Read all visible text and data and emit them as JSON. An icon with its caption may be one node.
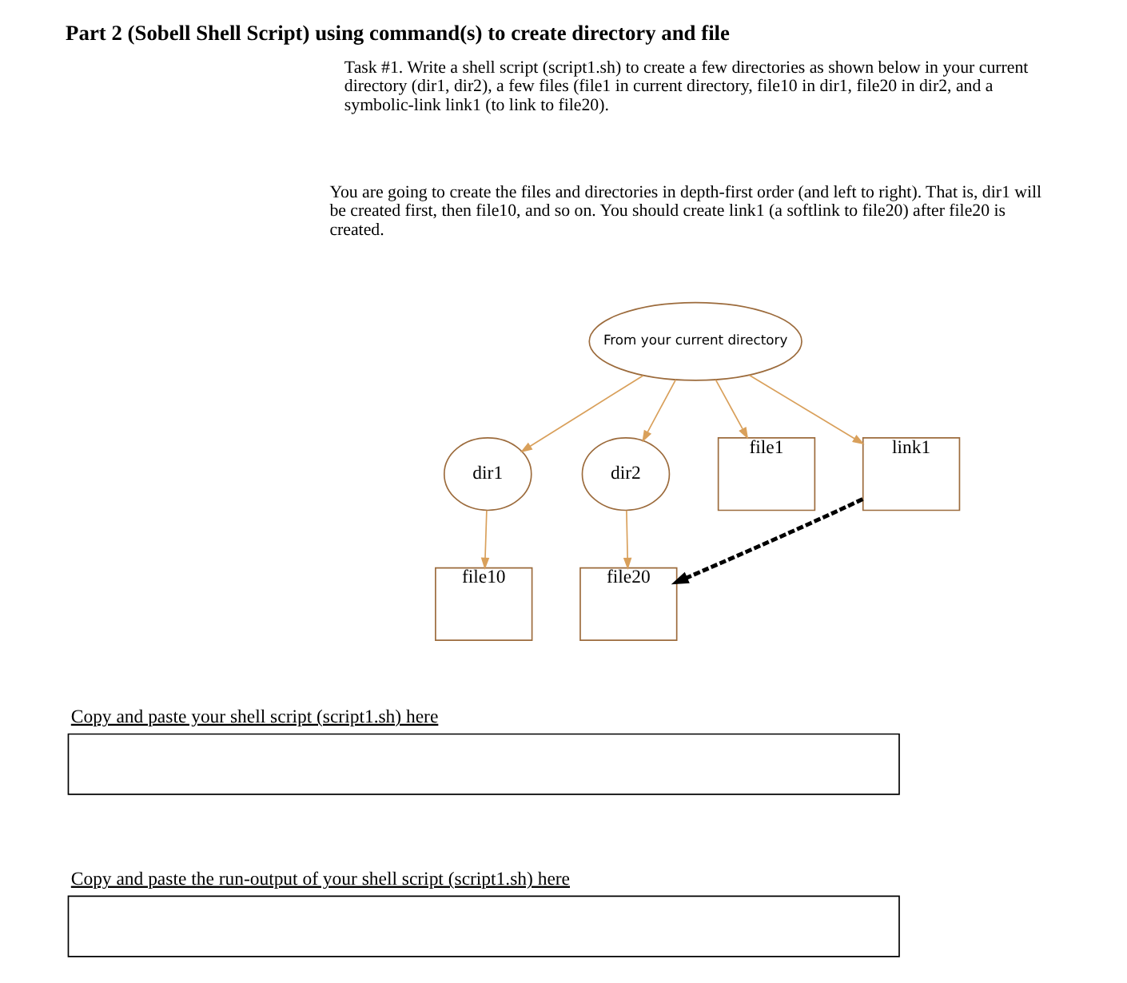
{
  "diagram": {
    "title": "Part 2 (Sobell Shell Script) using command(s) to create directory and file",
    "nodes": [
      {
        "text": [
          "From your current directory"
        ]
      },
      {
        "text": [
          "dir1"
        ]
      },
      {
        "text": [
          "dir2"
        ]
      },
      {
        "text": [
          "file1"
        ]
      },
      {
        "text": [
          "link1"
        ]
      },
      {
        "text": [
          "file10"
        ]
      },
      {
        "text": [
          "file20"
        ]
      },
      {
        "text": [
          "Copy and paste your shell script (script1.sh) here"
        ]
      },
      {
        "text": [
          "Copy and paste the run-output of your shell script (script1.sh) here"
        ]
      }
    ],
    "edges": [
      {
        "from": 0,
        "to": 1,
        "arrow": "to"
      },
      {
        "from": 0,
        "to": 2,
        "arrow": "to"
      },
      {
        "from": 0,
        "to": 3,
        "arrow": "to"
      },
      {
        "from": 0,
        "to": 4,
        "arrow": "to"
      },
      {
        "from": 1,
        "to": 5,
        "arrow": "to"
      },
      {
        "from": 2,
        "to": 6,
        "arrow": "to"
      },
      {
        "from": 4,
        "to": 6,
        "arrow": "to",
        "style": "dashed",
        "color": "#000000"
      }
    ],
    "labels": [
      "Task #1. Write a shell script (script1.sh) to create a few directories as shown below in your current directory (dir1, dir2), a few files (file1 in current directory, file10 in dir1, file20 in dir2, and a symbolic-link link1 (to link to file20).",
      "You are going to create the files and directories in depth-first order (and left to right). That is, dir1 will be created first, then file10, and so on. You should create link1 (a softlink to file20) after file20 is created."
    ]
  }
}
